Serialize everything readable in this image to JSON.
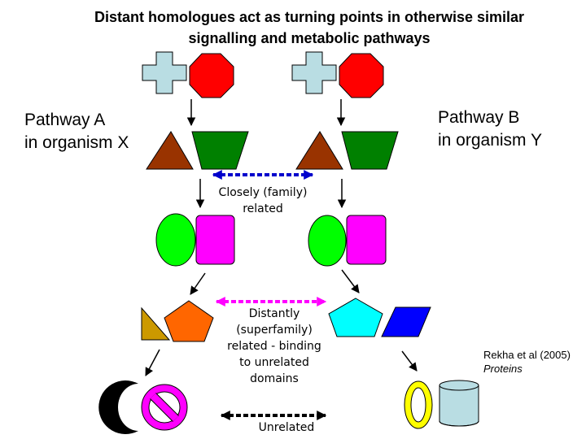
{
  "title_line1": "Distant homologues act as turning points in otherwise similar",
  "title_line2": "signalling and metabolic pathways",
  "pathway_a_line1": "Pathway A",
  "pathway_a_line2": "in organism X",
  "pathway_b_line1": "Pathway B",
  "pathway_b_line2": "in organism Y",
  "close_line1": "Closely (family)",
  "close_line2": "related",
  "distant_lines": [
    "Distantly",
    "(superfamily)",
    "related - binding",
    "to unrelated",
    "domains"
  ],
  "unrelated": "Unrelated",
  "citation_author": "Rekha et al (2005)",
  "citation_journal": "Proteins",
  "colors": {
    "cross": "#b9dde3",
    "octagon": "#ff0000",
    "triangle_brown": "#993300",
    "trapezoid_green": "#008000",
    "ellipse_green": "#00ff00",
    "rect_magenta": "#ff00ff",
    "triangle_gold": "#cc9900",
    "pentagon_orange": "#ff6600",
    "pentagon_cyan": "#00ffff",
    "parallelogram_blue": "#0000ff",
    "ring_yellow": "#ffff00",
    "cylinder": "#b9dde3",
    "arrow_blue": "#0000cc",
    "arrow_magenta": "#ff00ff",
    "arrow_black": "#000000"
  }
}
